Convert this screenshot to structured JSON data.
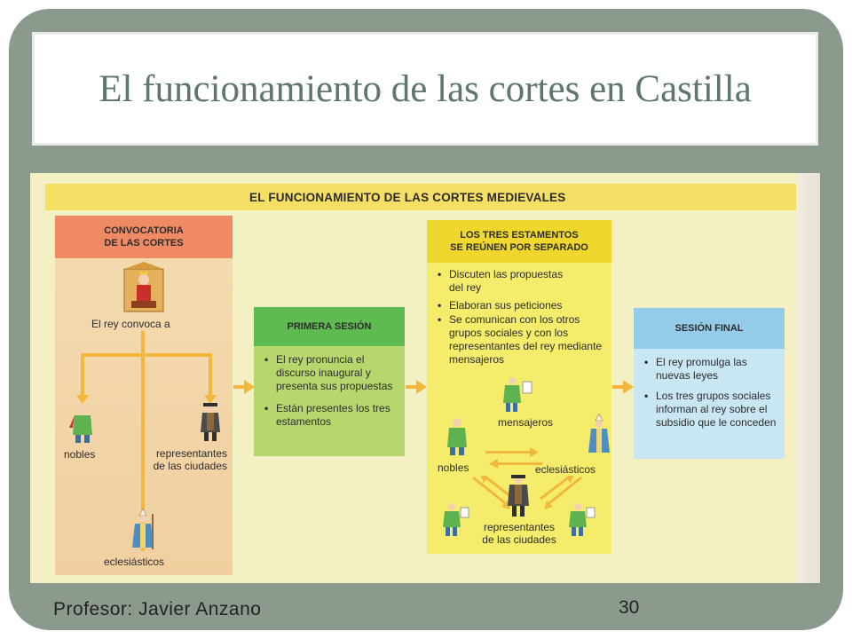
{
  "slide": {
    "title": "El funcionamiento de las cortes en Castilla",
    "footer_author": "Profesor: Javier Anzano",
    "page_number": "30"
  },
  "diagram": {
    "banner": "EL FUNCIONAMIENTO DE LAS CORTES MEDIEVALES",
    "convocatoria": {
      "heading_line1": "CONVOCATORIA",
      "heading_line2": "DE LAS CORTES",
      "caption": "El rey convoca a",
      "nobles": "nobles",
      "representantes_line1": "representantes",
      "representantes_line2": "de las ciudades",
      "eclesiasticos": "eclesiásticos"
    },
    "primera_sesion": {
      "heading": "PRIMERA SESIÓN",
      "bullets": [
        "El rey pronuncia el discurso inaugural y presenta sus propuestas",
        "Están presentes los tres estamentos"
      ]
    },
    "tres_estamentos": {
      "heading_line1": "LOS TRES ESTAMENTOS",
      "heading_line2": "SE REÚNEN POR SEPARADO",
      "bullets": [
        "Discuten las propuestas del rey",
        "Elaboran sus peticiones",
        "Se comunican con los otros grupos sociales y con los representantes del rey mediante mensajeros"
      ],
      "mensajeros": "mensajeros",
      "nobles": "nobles",
      "eclesiasticos": "eclesiásticos",
      "representantes_line1": "representantes",
      "representantes_line2": "de las ciudades"
    },
    "sesion_final": {
      "heading": "SESIÓN FINAL",
      "bullets": [
        "El rey promulga las nuevas leyes",
        "Los tres grupos sociales informan al rey sobre el subsidio que le conceden"
      ]
    }
  }
}
